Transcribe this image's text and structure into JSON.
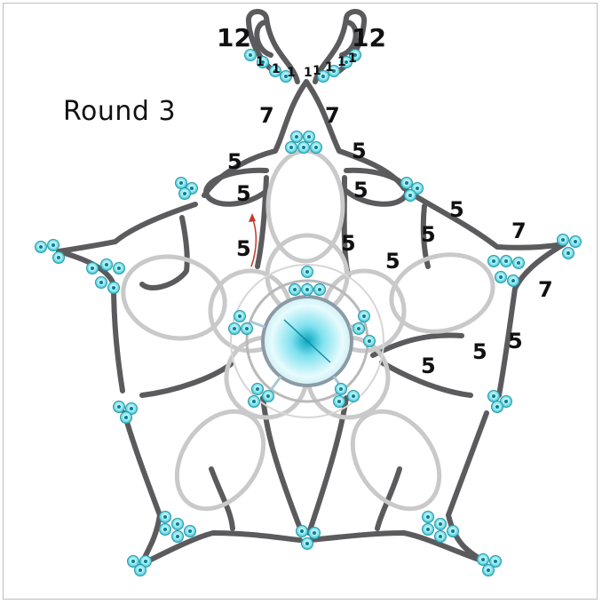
{
  "title": "Round 3",
  "ring_counts": {
    "hanger_left": "12",
    "hanger_right": "12",
    "hanger_ones": [
      "1",
      "1",
      "1",
      "1",
      "1",
      "1",
      "1",
      "1"
    ]
  },
  "stitch_counts": [
    "7",
    "7",
    "5",
    "5",
    "5",
    "5",
    "5",
    "5",
    "5",
    "5",
    "5",
    "7",
    "7",
    "5",
    "5",
    "5"
  ],
  "colors": {
    "chain": "#5b5b5e",
    "ring": "#c9c9c9",
    "bead": "#37c9d8",
    "bead_light": "#d8f7fa",
    "arrow": "#c0392b",
    "center": "#26c6da"
  }
}
